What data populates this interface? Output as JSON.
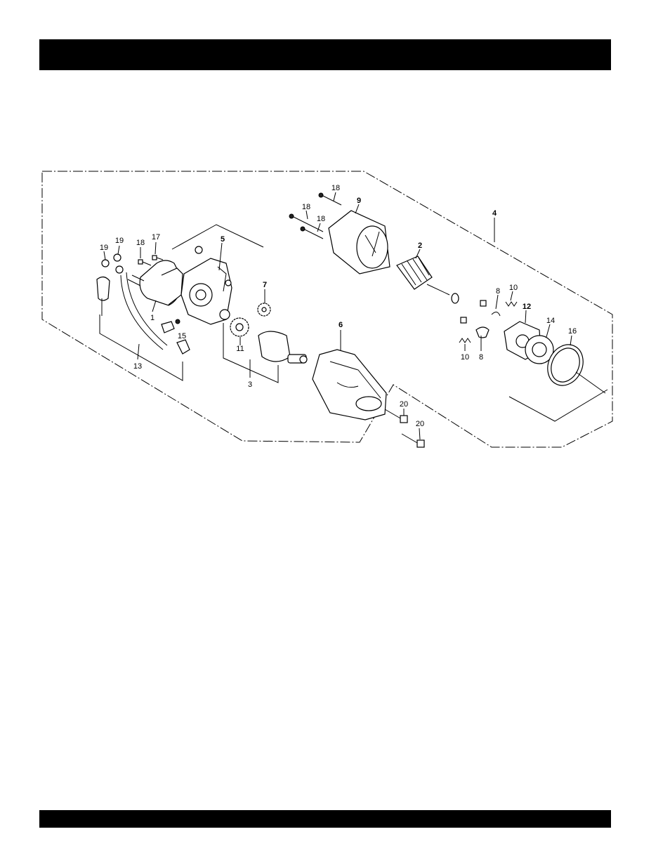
{
  "header_bar": {
    "color": "#000000"
  },
  "footer_bar": {
    "color": "#000000"
  },
  "diagram": {
    "callouts": [
      {
        "id": "c19a",
        "text": "19"
      },
      {
        "id": "c19b",
        "text": "19"
      },
      {
        "id": "c18a",
        "text": "18"
      },
      {
        "id": "c17",
        "text": "17"
      },
      {
        "id": "c5",
        "text": "5"
      },
      {
        "id": "c1",
        "text": "1"
      },
      {
        "id": "c15",
        "text": "15"
      },
      {
        "id": "c13",
        "text": "13"
      },
      {
        "id": "c7",
        "text": "7"
      },
      {
        "id": "c11",
        "text": "11"
      },
      {
        "id": "c3",
        "text": "3"
      },
      {
        "id": "c18b",
        "text": "18"
      },
      {
        "id": "c18c",
        "text": "18"
      },
      {
        "id": "c18d",
        "text": "18"
      },
      {
        "id": "c9",
        "text": "9"
      },
      {
        "id": "c2",
        "text": "2"
      },
      {
        "id": "c4",
        "text": "4"
      },
      {
        "id": "c6",
        "text": "6"
      },
      {
        "id": "c8a",
        "text": "8"
      },
      {
        "id": "c10a",
        "text": "10"
      },
      {
        "id": "c12",
        "text": "12"
      },
      {
        "id": "c14",
        "text": "14"
      },
      {
        "id": "c16",
        "text": "16"
      },
      {
        "id": "c10b",
        "text": "10"
      },
      {
        "id": "c8b",
        "text": "8"
      },
      {
        "id": "c20a",
        "text": "20"
      },
      {
        "id": "c20b",
        "text": "20"
      }
    ]
  }
}
